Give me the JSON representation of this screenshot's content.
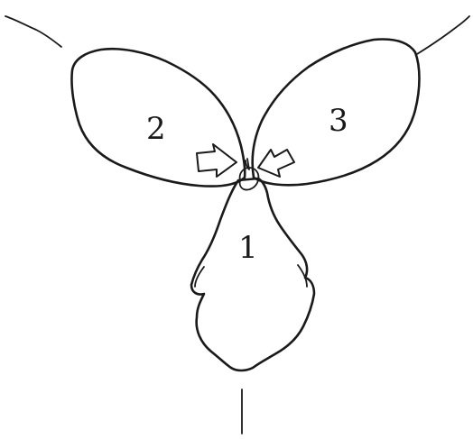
{
  "figure": {
    "labels": {
      "lower": "1",
      "left": "2",
      "right": "3"
    },
    "ink_color": "#1a1a1a",
    "background_color": "#ffffff"
  }
}
